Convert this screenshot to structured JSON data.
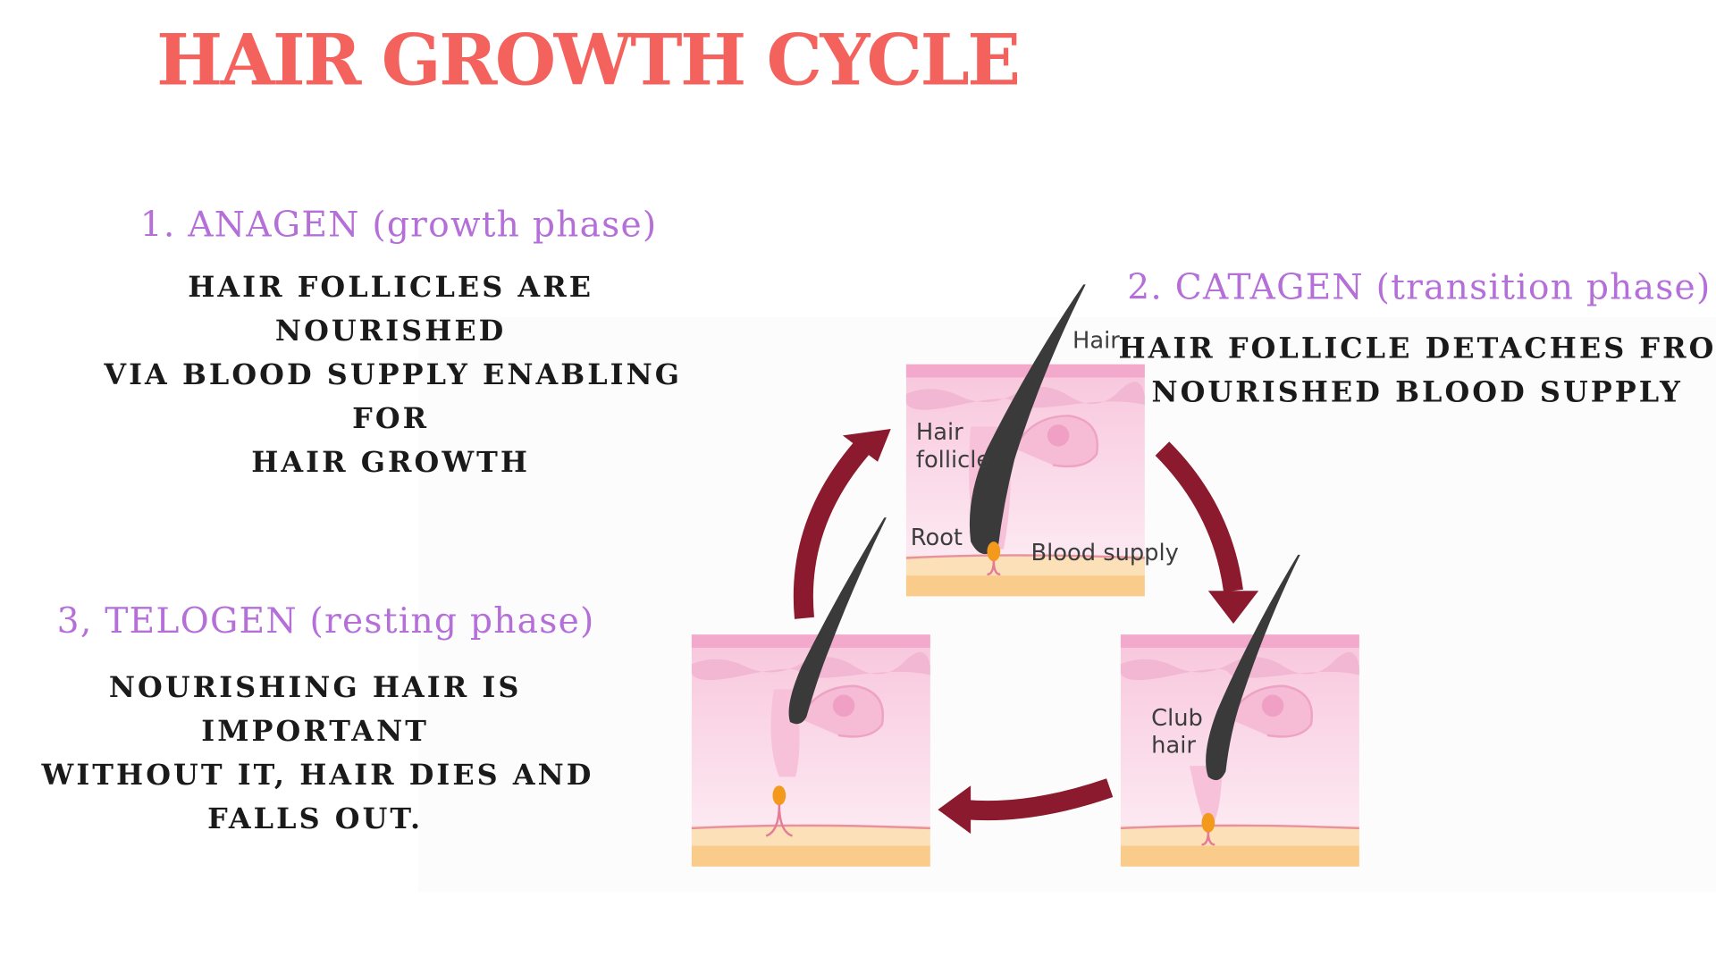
{
  "title": "HAIR GROWTH CYCLE",
  "phases": [
    {
      "heading": "1. ANAGEN (growth phase)",
      "lines": [
        "HAIR FOLLICLES ARE",
        "NOURISHED",
        "VIA BLOOD SUPPLY ENABLING",
        "FOR",
        "HAIR GROWTH"
      ]
    },
    {
      "heading": "2. CATAGEN (transition phase)",
      "lines": [
        "HAIR FOLLICLE DETACHES FROM",
        "NOURISHED BLOOD SUPPLY"
      ]
    },
    {
      "heading": "3, TELOGEN (resting phase)",
      "lines": [
        "NOURISHING HAIR IS",
        "IMPORTANT",
        "WITHOUT IT, HAIR DIES AND",
        "FALLS OUT."
      ]
    }
  ],
  "diagram_labels": {
    "hair": "Hair",
    "hair_follicle_1": "Hair",
    "hair_follicle_2": "follicle",
    "root": "Root",
    "blood_supply": "Blood supply",
    "club_hair_1": "Club",
    "club_hair_2": "hair"
  },
  "colors": {
    "title": "#f4625e",
    "phase_heading": "#b56fd8",
    "body_text": "#1a1a1a",
    "arrow": "#8b1a2e",
    "skin_top": "#f3a9cc",
    "skin_mid": "#fbe3ef",
    "fat_layer": "#fbd8a0",
    "hair": "#3a3a3a",
    "bulb": "#f39a1d"
  }
}
